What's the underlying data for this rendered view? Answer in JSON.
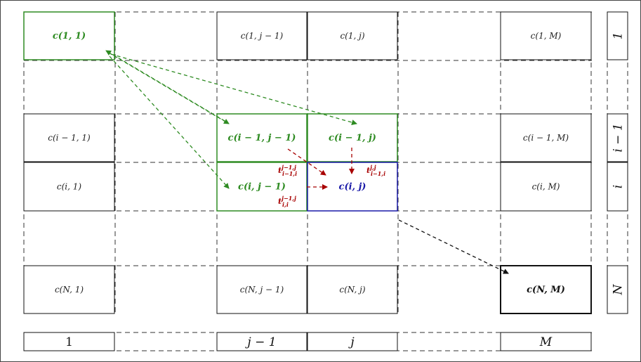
{
  "colors": {
    "green": "#2e8b22",
    "blue": "#1a1aa8",
    "red": "#a80000",
    "black": "#111111",
    "dash": "#333333"
  },
  "cells": [
    {
      "id": "c-1-1",
      "row": 0,
      "col": 0,
      "text": "c(1, 1)",
      "style": "green"
    },
    {
      "id": "c-1-j-1",
      "row": 0,
      "col": 2,
      "text": "c(1, j − 1)",
      "style": "normal"
    },
    {
      "id": "c-1-j",
      "row": 0,
      "col": 3,
      "text": "c(1, j)",
      "style": "normal"
    },
    {
      "id": "c-1-M",
      "row": 0,
      "col": 5,
      "text": "c(1, M)",
      "style": "normal"
    },
    {
      "id": "c-i-1-1",
      "row": 2,
      "col": 0,
      "text": "c(i − 1, 1)",
      "style": "normal"
    },
    {
      "id": "c-i-1-j-1",
      "row": 2,
      "col": 2,
      "text": "c(i − 1, j − 1)",
      "style": "green"
    },
    {
      "id": "c-i-1-j",
      "row": 2,
      "col": 3,
      "text": "c(i − 1, j)",
      "style": "green"
    },
    {
      "id": "c-i-1-M",
      "row": 2,
      "col": 5,
      "text": "c(i − 1, M)",
      "style": "normal"
    },
    {
      "id": "c-i-1",
      "row": 3,
      "col": 0,
      "text": "c(i, 1)",
      "style": "normal"
    },
    {
      "id": "c-i-j-1",
      "row": 3,
      "col": 2,
      "text": "c(i, j − 1)",
      "style": "green"
    },
    {
      "id": "c-i-j",
      "row": 3,
      "col": 3,
      "text": "c(i, j)",
      "style": "blue"
    },
    {
      "id": "c-i-M",
      "row": 3,
      "col": 5,
      "text": "c(i, M)",
      "style": "normal"
    },
    {
      "id": "c-N-1",
      "row": 5,
      "col": 0,
      "text": "c(N, 1)",
      "style": "normal"
    },
    {
      "id": "c-N-j-1",
      "row": 5,
      "col": 2,
      "text": "c(N, j − 1)",
      "style": "normal"
    },
    {
      "id": "c-N-j",
      "row": 5,
      "col": 3,
      "text": "c(N, j)",
      "style": "normal"
    },
    {
      "id": "c-N-M",
      "row": 5,
      "col": 5,
      "text": "c(N, M)",
      "style": "bold-black"
    }
  ],
  "row_labels": [
    {
      "id": "row-1",
      "row": 0,
      "text": "1"
    },
    {
      "id": "row-i-1",
      "row": 2,
      "text": "i − 1"
    },
    {
      "id": "row-i",
      "row": 3,
      "text": "i"
    },
    {
      "id": "row-N",
      "row": 5,
      "text": "N"
    }
  ],
  "col_labels": [
    {
      "id": "col-1",
      "col": 0,
      "text": "1"
    },
    {
      "id": "col-j-1",
      "col": 2,
      "text": "j − 1"
    },
    {
      "id": "col-j",
      "col": 3,
      "text": "j"
    },
    {
      "id": "col-M",
      "col": 5,
      "text": "M"
    }
  ],
  "transitions": [
    {
      "id": "t-diag",
      "base": "t",
      "sup": "j−1,j",
      "sub": "i−1,i"
    },
    {
      "id": "t-vert",
      "base": "t",
      "sup": "j,j",
      "sub": "i−1,i"
    },
    {
      "id": "t-horz",
      "base": "t",
      "sup": "j−1,j",
      "sub": "i,i"
    }
  ]
}
